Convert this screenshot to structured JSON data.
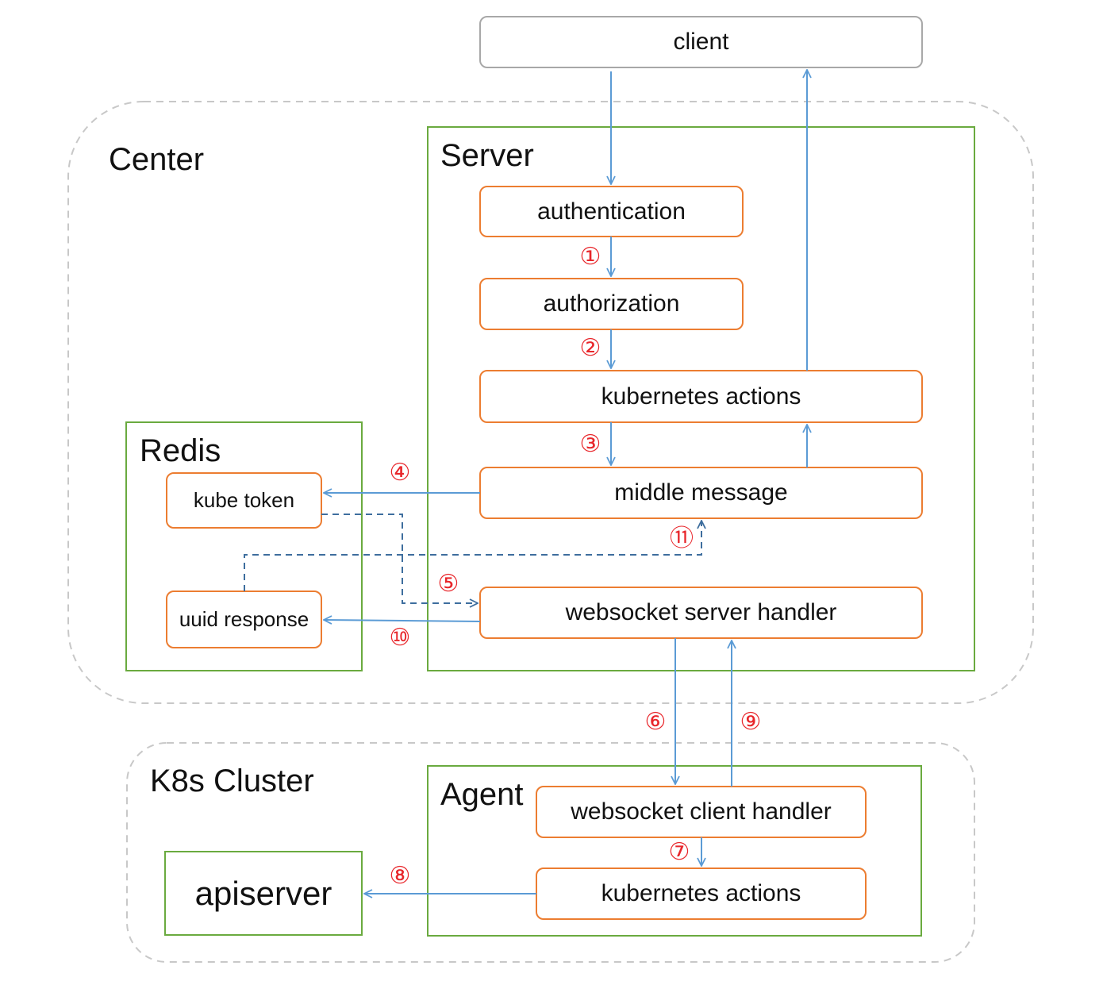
{
  "regions": {
    "center": "Center",
    "k8s_cluster": "K8s Cluster",
    "server": "Server",
    "redis": "Redis",
    "agent": "Agent"
  },
  "nodes": {
    "client": "client",
    "authentication": "authentication",
    "authorization": "authorization",
    "kubernetes_actions_server": "kubernetes actions",
    "middle_message": "middle message",
    "websocket_server_handler": "websocket server handler",
    "kube_token": "kube token",
    "uuid_response": "uuid response",
    "websocket_client_handler": "websocket client handler",
    "kubernetes_actions_agent": "kubernetes actions",
    "apiserver": "apiserver"
  },
  "steps": {
    "s1": "①",
    "s2": "②",
    "s3": "③",
    "s4": "④",
    "s5": "⑤",
    "s6": "⑥",
    "s7": "⑦",
    "s8": "⑧",
    "s9": "⑨",
    "s10": "⑩",
    "s11": "⑪"
  },
  "colors": {
    "region_border": "#c8c8c8",
    "container_border": "#6aaa3f",
    "node_border": "#ec7d31",
    "client_border": "#a8a8a8",
    "arrow": "#5b9bd5",
    "dashed_arrow": "#3e6e9e",
    "step_label": "#e8262b"
  }
}
